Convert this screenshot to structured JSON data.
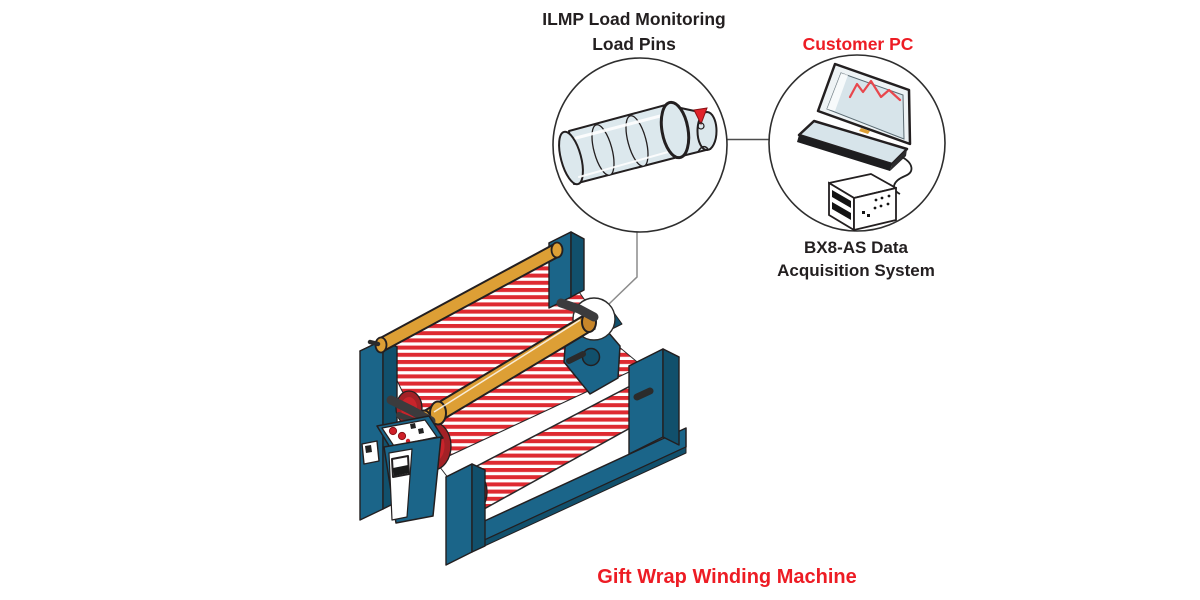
{
  "labels": {
    "load_pins_line1": "ILMP Load Monitoring",
    "load_pins_line2": "Load Pins",
    "customer_pc": "Customer PC",
    "daq_line1": "BX8-AS Data",
    "daq_line2": "Acquisition System",
    "machine": "Gift Wrap Winding Machine"
  },
  "colors": {
    "label_black": "#231f20",
    "label_red": "#ed1c24",
    "machine_teal": "#1b6589",
    "machine_teal_dark": "#11506c",
    "machine_teal_mid": "#15587a",
    "roller_gold": "#dd9f35",
    "roller_gold_dark": "#c8862a",
    "stripe_red": "#de2a31",
    "roll_disc_dark_red": "#a32126",
    "roll_disc_red": "#c8242b",
    "pin_body_blue": "#dce8ed",
    "laptop_screen_blue": "#d7e4ea",
    "chart_line_red": "#e8474d",
    "outline": "#231f20",
    "lever_gray": "#3b3b3d"
  },
  "icons": {
    "load_pin_illustration": "cylindrical load pin with red marker",
    "laptop_illustration": "laptop with red trend chart on screen",
    "daq_box_illustration": "data acquisition box with cable",
    "winding_machine_illustration": "isometric gift wrap winding machine",
    "zoom_circle": "callout magnifier circle",
    "connector_line": "callout connector line"
  }
}
